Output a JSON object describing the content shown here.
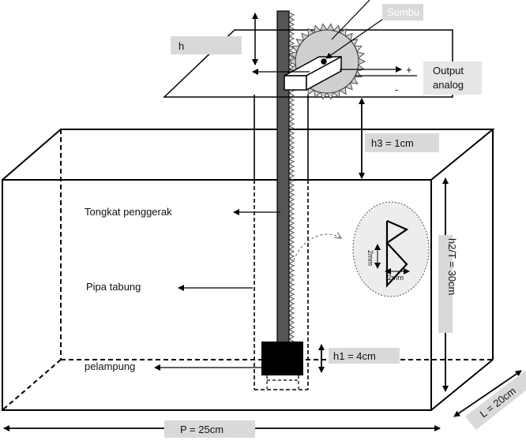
{
  "labels": {
    "sumbu": "Sumbu",
    "h_partial": "h",
    "output": "Output",
    "analog": "analog",
    "plus": "+",
    "minus": "-",
    "h3": "h3 = 1cm",
    "tongkat": "Tongkat penggerak",
    "pipa": "Pipa tabung",
    "pelampung": "pelampung",
    "h1": "h1 = 4cm",
    "h2": "h2/T = 30cm",
    "p": "P = 25cm",
    "l": "L = 20cm",
    "tooth_h": "2mm",
    "tooth_w": "2mm"
  },
  "colors": {
    "line": "#000000",
    "rod": "#555555",
    "gear": "#cfcfcf",
    "float": "#000000",
    "label_bg": "#d9d9d9"
  }
}
